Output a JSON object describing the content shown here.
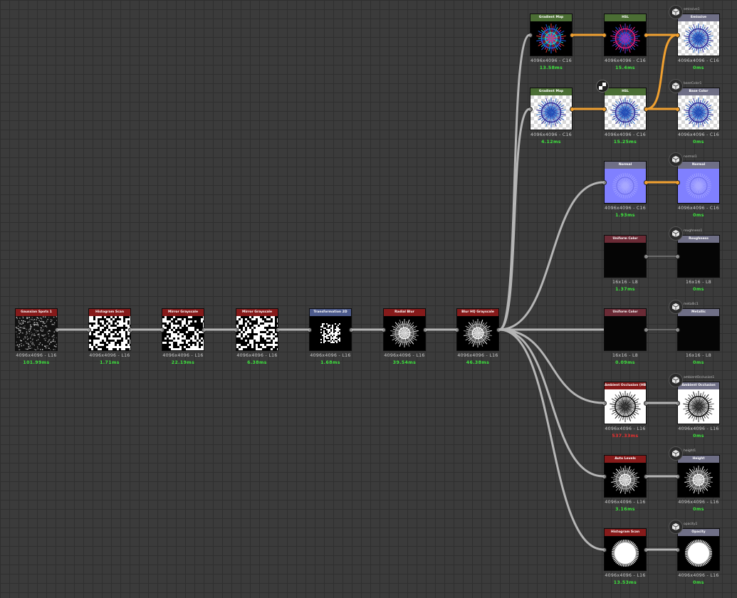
{
  "colors": {
    "header_red": "#861a1a",
    "header_green": "#4b6e34",
    "header_blue": "#4c5a8c",
    "header_maroon": "#6a2a35",
    "header_output": "#6f6f86",
    "wire_gray": "#b5b5b5",
    "wire_orange": "#f0a030",
    "time_green": "#3ee63e",
    "time_red": "#ee3030"
  },
  "nodes": [
    {
      "id": "n1",
      "title": "Gaussian Spots 1",
      "color": "#861a1a",
      "thumb": "noise",
      "meta": "4096x4096 - L16",
      "time": "101.99ms"
    },
    {
      "id": "n2",
      "title": "Histogram Scan",
      "color": "#861a1a",
      "thumb": "blotch",
      "meta": "4096x4096 - L16",
      "time": "1.71ms"
    },
    {
      "id": "n3",
      "title": "Mirror Grayscale",
      "color": "#861a1a",
      "thumb": "blotch",
      "meta": "4096x4096 - L16",
      "time": "22.19ms"
    },
    {
      "id": "n4",
      "title": "Mirror Grayscale",
      "color": "#861a1a",
      "thumb": "blotch",
      "meta": "4096x4096 - L16",
      "time": "6.38ms"
    },
    {
      "id": "n5",
      "title": "Transformation 2D",
      "color": "#4c5a8c",
      "thumb": "smallblotch",
      "meta": "4096x4096 - L16",
      "time": "1.68ms"
    },
    {
      "id": "n6",
      "title": "Radial Blur",
      "color": "#861a1a",
      "thumb": "radial",
      "meta": "4096x4096 - L16",
      "time": "39.54ms"
    },
    {
      "id": "n7",
      "title": "Blur HQ Grayscale",
      "color": "#861a1a",
      "thumb": "radial",
      "meta": "4096x4096 - L16",
      "time": "46.38ms"
    },
    {
      "id": "g1",
      "title": "Gradient Map",
      "color": "#4b6e34",
      "thumb": "mandala_dark",
      "meta": "4096x4096 - C16",
      "time": "13.58ms"
    },
    {
      "id": "h1",
      "title": "HSL",
      "color": "#4b6e34",
      "thumb": "mandala_dark2",
      "meta": "4096x4096 - C16",
      "time": "15.4ms"
    },
    {
      "id": "o1",
      "title": "Emissive",
      "color": "#6f6f86",
      "thumb": "mandala_light",
      "meta": "4096x4096 - C16",
      "time": "0ms",
      "outlabel": "emissive1"
    },
    {
      "id": "g2",
      "title": "Gradient Map",
      "color": "#4b6e34",
      "thumb": "mandala_light",
      "meta": "4096x4096 - C16",
      "time": "4.12ms"
    },
    {
      "id": "h2",
      "title": "HSL",
      "color": "#4b6e34",
      "thumb": "mandala_light",
      "meta": "4096x4096 - C16",
      "time": "15.25ms"
    },
    {
      "id": "o2",
      "title": "Base Color",
      "color": "#6f6f86",
      "thumb": "mandala_light",
      "meta": "4096x4096 - C16",
      "time": "0ms",
      "outlabel": "baseColor1"
    },
    {
      "id": "nm",
      "title": "Normal",
      "color": "#6f6f86",
      "thumb": "normal",
      "meta": "4096x4096 - C16",
      "time": "1.93ms"
    },
    {
      "id": "o3",
      "title": "Normal",
      "color": "#6f6f86",
      "thumb": "normal",
      "meta": "4096x4096 - C16",
      "time": "0ms",
      "outlabel": "normal1"
    },
    {
      "id": "u1",
      "title": "Uniform Color",
      "color": "#6a2a35",
      "thumb": "black",
      "meta": "16x16 - L8",
      "time": "1.37ms"
    },
    {
      "id": "o4",
      "title": "Roughness",
      "color": "#6f6f86",
      "thumb": "black",
      "meta": "16x16 - L8",
      "time": "0ms",
      "outlabel": "roughness1"
    },
    {
      "id": "u2",
      "title": "Uniform Color",
      "color": "#6a2a35",
      "thumb": "black",
      "meta": "16x16 - L8",
      "time": "0.09ms"
    },
    {
      "id": "o5",
      "title": "Metallic",
      "color": "#6f6f86",
      "thumb": "black",
      "meta": "16x16 - L8",
      "time": "0ms",
      "outlabel": "metallic1"
    },
    {
      "id": "ao",
      "title": "Ambient Occlusion (HB...",
      "color": "#861a1a",
      "thumb": "ao",
      "meta": "4096x4096 - L16",
      "time": "537.33ms",
      "slow": true
    },
    {
      "id": "o6",
      "title": "Ambient Occlusion",
      "color": "#6f6f86",
      "thumb": "ao",
      "meta": "4096x4096 - L16",
      "time": "0ms",
      "outlabel": "ambientOcclusion1"
    },
    {
      "id": "al",
      "title": "Auto Levels",
      "color": "#861a1a",
      "thumb": "radial_dark",
      "meta": "4096x4096 - L16",
      "time": "3.16ms"
    },
    {
      "id": "o7",
      "title": "Height",
      "color": "#6f6f86",
      "thumb": "radial_dark",
      "meta": "4096x4096 - L16",
      "time": "0ms",
      "outlabel": "height1"
    },
    {
      "id": "hs",
      "title": "Histogram Scan",
      "color": "#861a1a",
      "thumb": "white_blob",
      "meta": "4096x4096 - L16",
      "time": "13.53ms"
    },
    {
      "id": "o8",
      "title": "Opacity",
      "color": "#6f6f86",
      "thumb": "white_blob",
      "meta": "4096x4096 - L16",
      "time": "0ms",
      "outlabel": "opacity1"
    }
  ]
}
